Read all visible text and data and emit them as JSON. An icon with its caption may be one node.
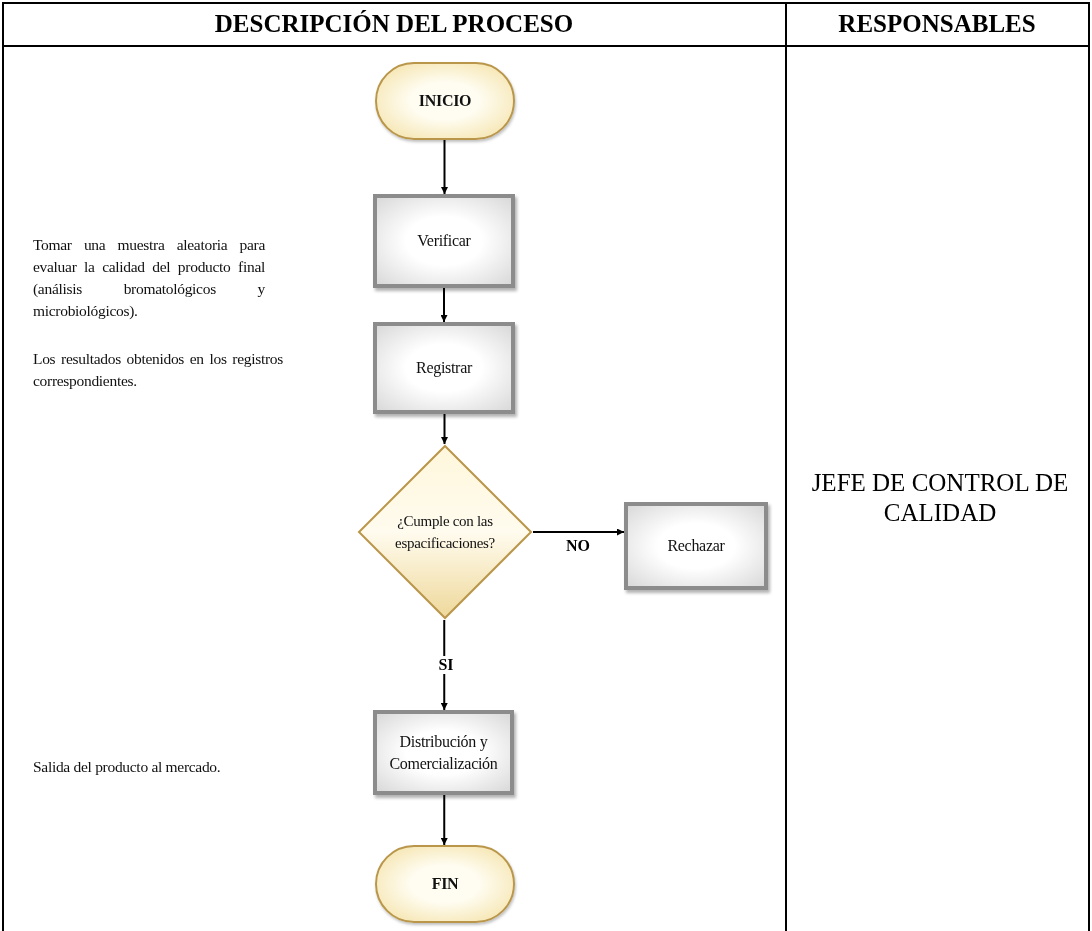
{
  "diagram": {
    "nodes": [
      {
        "text": [
          "INICIO"
        ]
      },
      {
        "text": [
          "Verificar"
        ]
      },
      {
        "text": [
          "Registrar"
        ]
      },
      {
        "text": [
          "¿Cumple con las espacificaciones?"
        ]
      },
      {
        "text": [
          "Rechazar"
        ]
      },
      {
        "text": [
          "Distribución y Comercialización"
        ]
      },
      {
        "text": [
          "FIN"
        ]
      }
    ],
    "edges": [
      {
        "from": 0,
        "to": 1,
        "arrow": "to"
      },
      {
        "from": 1,
        "to": 2,
        "arrow": "to"
      },
      {
        "from": 2,
        "to": 3,
        "arrow": "to"
      },
      {
        "from": 3,
        "to": 4,
        "arrow": "to",
        "label": "NO"
      },
      {
        "from": 3,
        "to": 5,
        "arrow": "to",
        "label": "SI"
      },
      {
        "from": 5,
        "to": 6,
        "arrow": "to"
      }
    ],
    "labels": [
      "DESCRIPCIÓN DEL PROCESO",
      "RESPONSABLES",
      "Tomar una muestra aleatoria para evaluar la calidad del producto final (análisis bromatológicos y microbiológicos).",
      "Los resultados obtenidos en los registros correspondientes.",
      "JEFE DE CONTROL DE CALIDAD",
      "Salida del producto al mercado."
    ]
  }
}
